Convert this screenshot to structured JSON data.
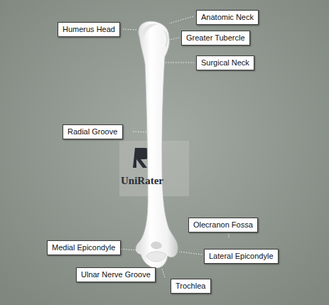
{
  "diagram": {
    "nodes": [
      {
        "text": [
          "Humerus Head"
        ]
      },
      {
        "text": [
          "Anatomic Neck"
        ]
      },
      {
        "text": [
          "Greater Tubercle"
        ]
      },
      {
        "text": [
          "Surgical Neck"
        ]
      },
      {
        "text": [
          "Radial Groove"
        ]
      },
      {
        "text": [
          "Olecranon Fossa"
        ]
      },
      {
        "text": [
          "Medial Epicondyle"
        ]
      },
      {
        "text": [
          "Lateral Epicondyle"
        ]
      },
      {
        "text": [
          "Ulnar Nerve Groove"
        ]
      },
      {
        "text": [
          "Trochlea"
        ]
      }
    ],
    "labels": [
      "UniRater"
    ]
  }
}
